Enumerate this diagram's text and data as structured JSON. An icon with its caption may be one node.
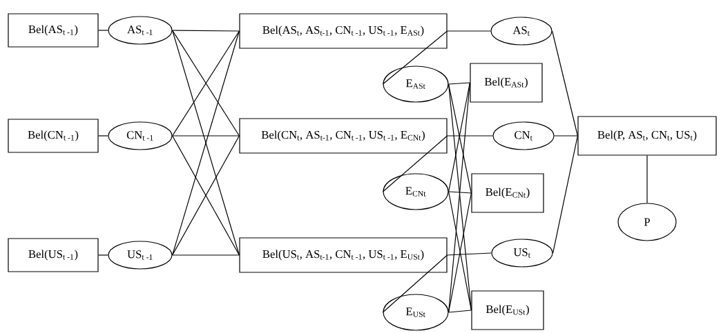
{
  "diagram": {
    "nodes": [
      {
        "text": [
          "Bel(AS$_{t -1}$)"
        ]
      },
      {
        "text": [
          "AS$_{t -1}$"
        ]
      },
      {
        "text": [
          "Bel(CN$_{t -1}$)"
        ]
      },
      {
        "text": [
          "CN$_{t -1}$"
        ]
      },
      {
        "text": [
          "Bel(US$_{t -1}$)"
        ]
      },
      {
        "text": [
          "US$_{t -1}$"
        ]
      },
      {
        "text": [
          "Bel(AS$_{t}$, AS$_{t-1}$, CN$_{t -1}$, US$_{t -1}$, E$_{ASt}$)"
        ]
      },
      {
        "text": [
          "AS$_{t}$"
        ]
      },
      {
        "text": [
          "E$_{ASt}$"
        ]
      },
      {
        "text": [
          "Bel(E$_{ASt}$)"
        ]
      },
      {
        "text": [
          "Bel(CN$_{t}$, AS$_{t-1}$, CN$_{t -1}$, US$_{t -1}$, E$_{CNt}$)"
        ]
      },
      {
        "text": [
          "CN$_{t}$"
        ]
      },
      {
        "text": [
          "E$_{CNt}$"
        ]
      },
      {
        "text": [
          "Bel(E$_{CNt}$)"
        ]
      },
      {
        "text": [
          "Bel(US$_{t}$, AS$_{t-1}$, CN$_{t -1}$, US$_{t -1}$, E$_{USt}$)"
        ]
      },
      {
        "text": [
          "US$_{t}$"
        ]
      },
      {
        "text": [
          "E$_{USt}$"
        ]
      },
      {
        "text": [
          "Bel(E$_{USt}$)"
        ]
      },
      {
        "text": [
          "Bel(P, AS$_{t}$, CN$_{t}$, US$_{t}$)"
        ]
      },
      {
        "text": [
          "P"
        ]
      }
    ],
    "edges": [
      {
        "from": 0,
        "to": 1,
        "arrow": "none"
      },
      {
        "from": 2,
        "to": 3,
        "arrow": "none"
      },
      {
        "from": 4,
        "to": 5,
        "arrow": "none"
      },
      {
        "from": 1,
        "to": 6,
        "arrow": "none"
      },
      {
        "from": 1,
        "to": 10,
        "arrow": "none"
      },
      {
        "from": 1,
        "to": 14,
        "arrow": "none"
      },
      {
        "from": 3,
        "to": 6,
        "arrow": "none"
      },
      {
        "from": 3,
        "to": 10,
        "arrow": "none"
      },
      {
        "from": 3,
        "to": 14,
        "arrow": "none"
      },
      {
        "from": 5,
        "to": 6,
        "arrow": "none"
      },
      {
        "from": 5,
        "to": 10,
        "arrow": "none"
      },
      {
        "from": 5,
        "to": 14,
        "arrow": "none"
      },
      {
        "from": 6,
        "to": 7,
        "arrow": "none"
      },
      {
        "from": 6,
        "to": 8,
        "arrow": "none"
      },
      {
        "from": 10,
        "to": 11,
        "arrow": "none"
      },
      {
        "from": 10,
        "to": 12,
        "arrow": "none"
      },
      {
        "from": 14,
        "to": 15,
        "arrow": "none"
      },
      {
        "from": 14,
        "to": 16,
        "arrow": "none"
      },
      {
        "from": 8,
        "to": 9,
        "arrow": "none"
      },
      {
        "from": 8,
        "to": 13,
        "arrow": "none"
      },
      {
        "from": 8,
        "to": 17,
        "arrow": "none"
      },
      {
        "from": 12,
        "to": 9,
        "arrow": "none"
      },
      {
        "from": 12,
        "to": 13,
        "arrow": "none"
      },
      {
        "from": 12,
        "to": 17,
        "arrow": "none"
      },
      {
        "from": 16,
        "to": 9,
        "arrow": "none"
      },
      {
        "from": 16,
        "to": 13,
        "arrow": "none"
      },
      {
        "from": 16,
        "to": 17,
        "arrow": "none"
      },
      {
        "from": 7,
        "to": 18,
        "arrow": "none"
      },
      {
        "from": 11,
        "to": 18,
        "arrow": "none"
      },
      {
        "from": 15,
        "to": 18,
        "arrow": "none"
      },
      {
        "from": 18,
        "to": 19,
        "arrow": "none"
      }
    ]
  }
}
